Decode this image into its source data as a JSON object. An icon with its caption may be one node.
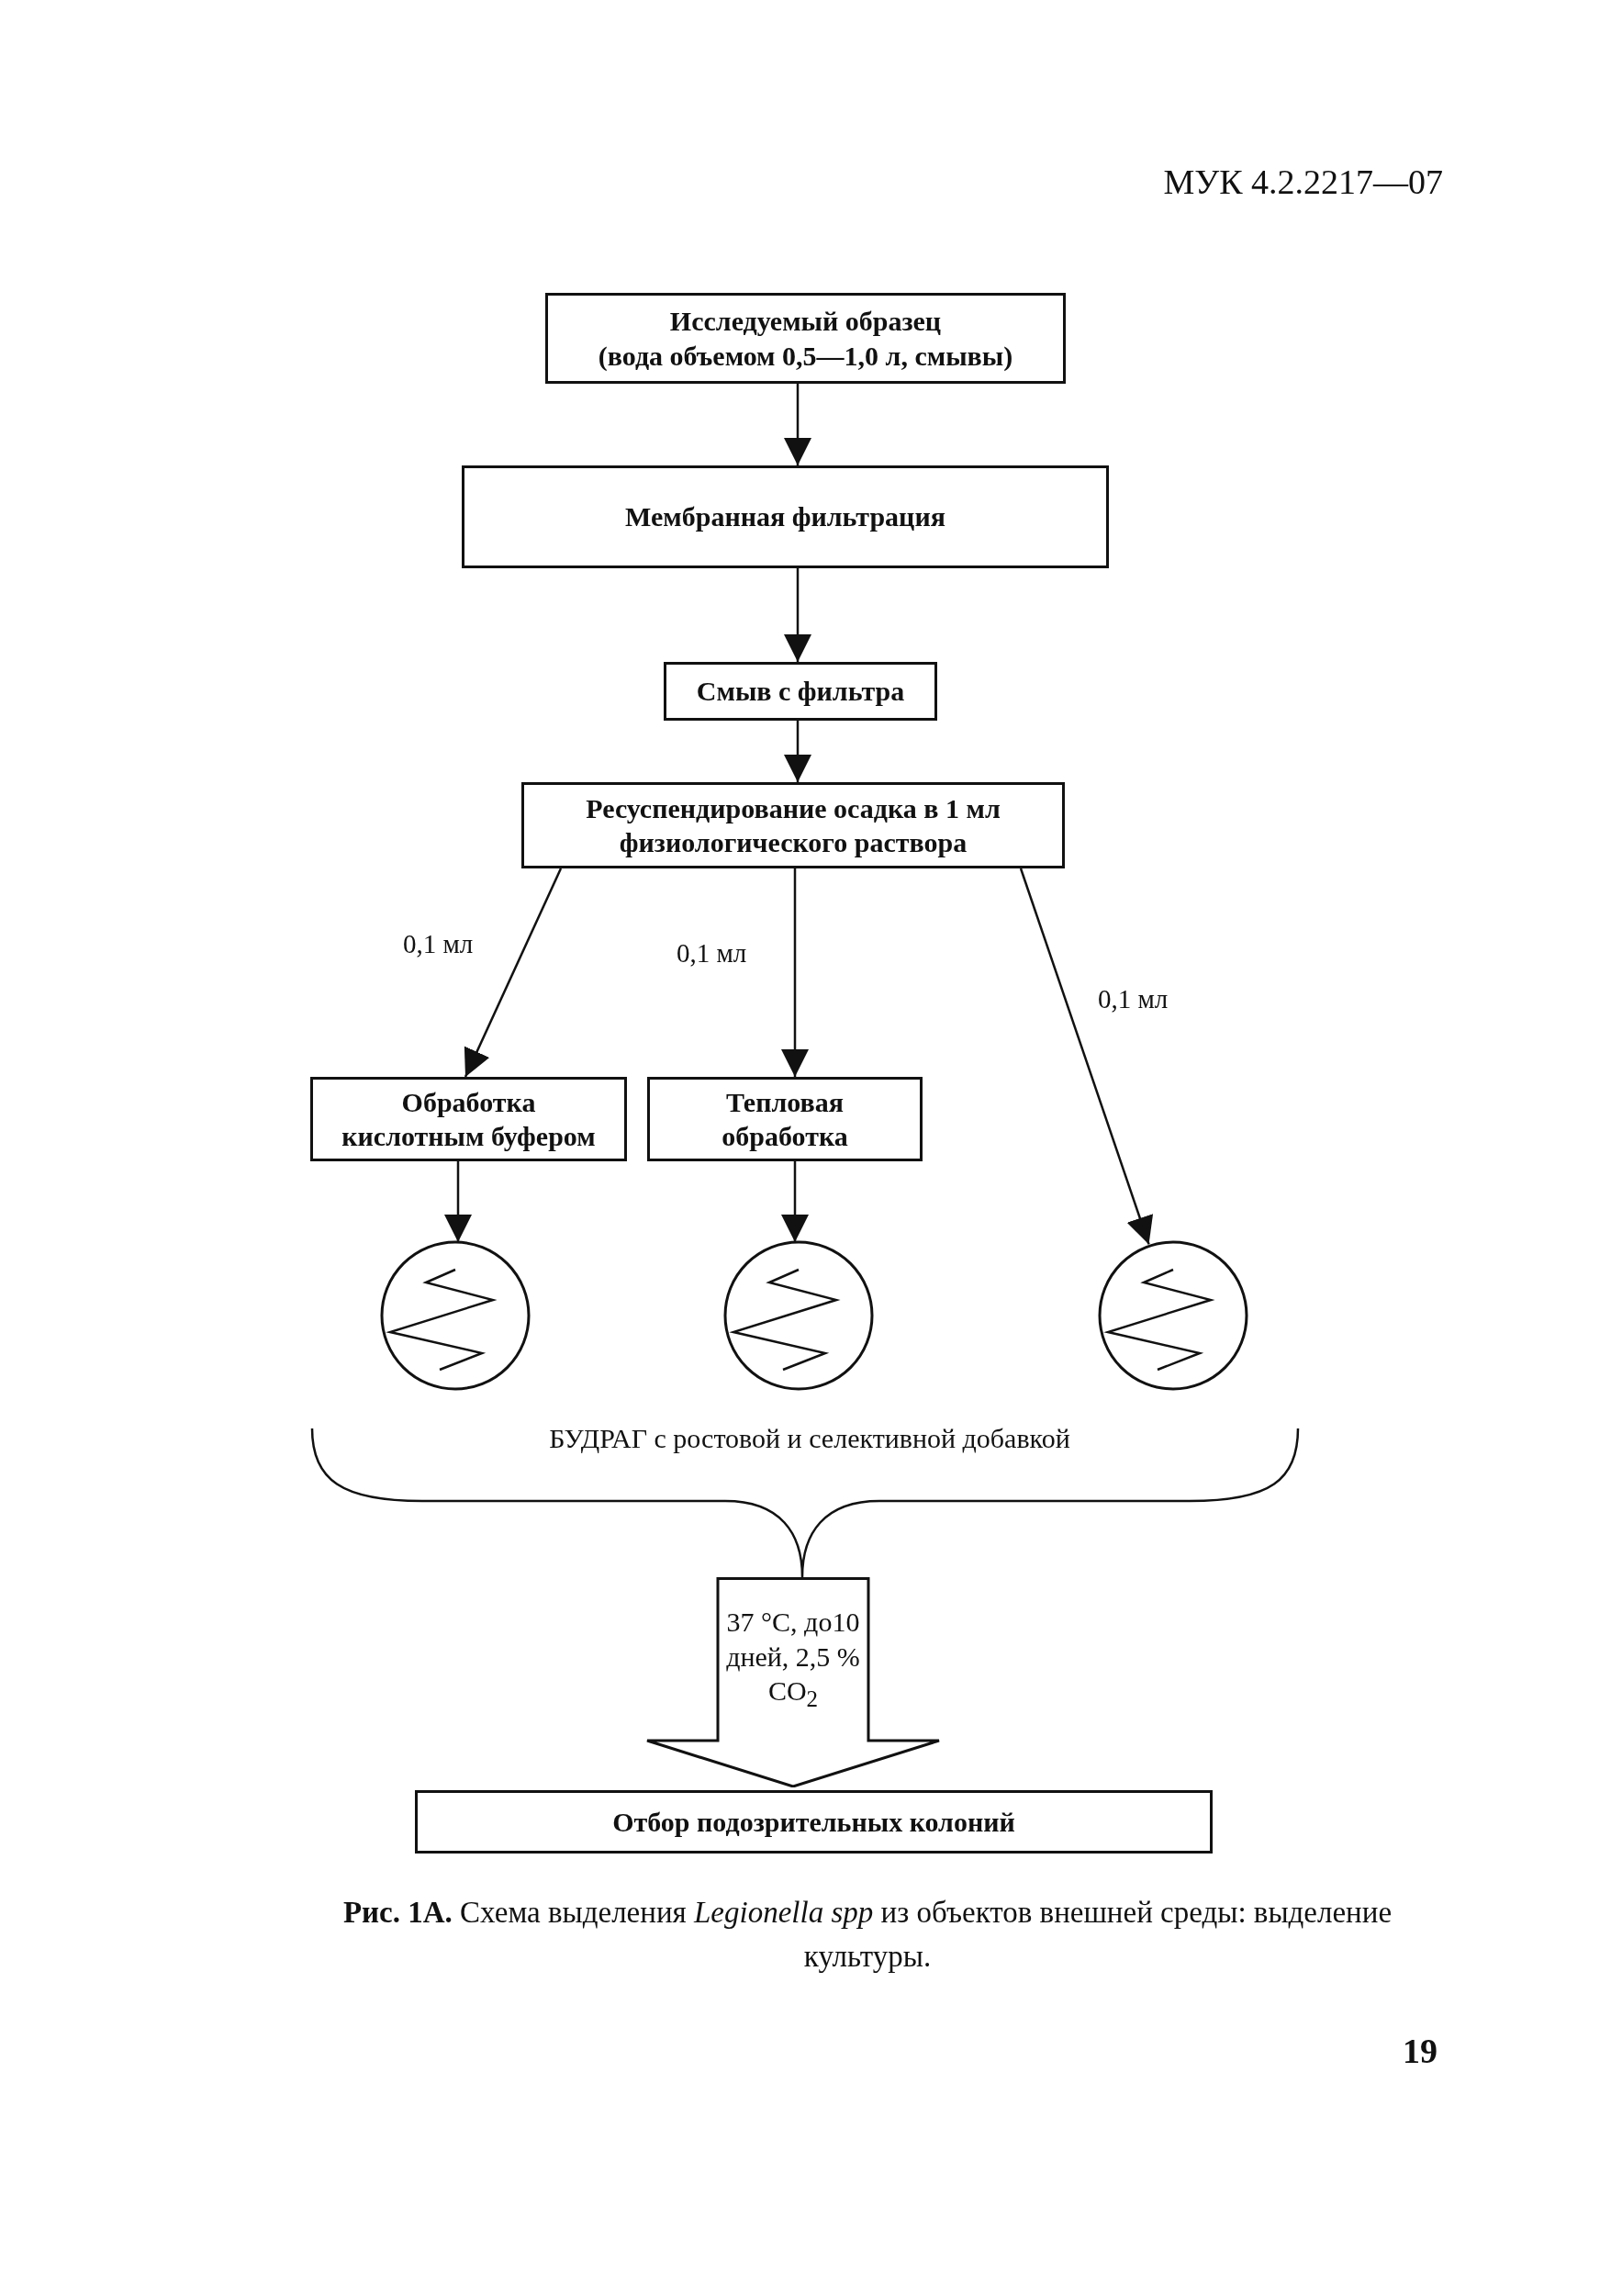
{
  "diagram": {
    "caption": "**Рис. 1А.** Схема выделения *Legionella spp* из объектов внешней среды: выделение культуры.",
    "nodes": [
      {
        "text": [
          "Исследуемый образец",
          "(вода объемом 0,5—1,0 л, смывы)"
        ]
      },
      {
        "text": [
          "Мембранная фильтрация"
        ]
      },
      {
        "text": [
          "Смыв с фильтра"
        ]
      },
      {
        "text": [
          "Ресуспендирование осадка в 1 мл физиологического раствора"
        ]
      },
      {
        "text": [
          "Обработка кислотным буфером"
        ]
      },
      {
        "text": [
          "Тепловая обработка"
        ]
      },
      {
        "text": [],
        "shape": "circle"
      },
      {
        "text": [],
        "shape": "circle"
      },
      {
        "text": [],
        "shape": "circle"
      },
      {
        "text": [
          "37 °C, до10 дней, 2,5 % CO$_{2}$"
        ]
      },
      {
        "text": [
          "Отбор подозрительных колоний"
        ]
      }
    ],
    "edges": [
      {
        "from": 0,
        "to": 1,
        "arrow": "to"
      },
      {
        "from": 1,
        "to": 2,
        "arrow": "to"
      },
      {
        "from": 2,
        "to": 3,
        "arrow": "to"
      },
      {
        "from": 3,
        "to": 4,
        "arrow": "to",
        "label": "0,1 мл"
      },
      {
        "from": 3,
        "to": 5,
        "arrow": "to",
        "label": "0,1 мл"
      },
      {
        "from": 3,
        "to": 8,
        "arrow": "to",
        "label": "0,1 мл"
      },
      {
        "from": 4,
        "to": 6,
        "arrow": "to"
      },
      {
        "from": 5,
        "to": 7,
        "arrow": "to"
      }
    ],
    "labels": [
      "МУК 4.2.2217—07",
      "БУДРАГ с ростовой и селективной добавкой",
      "19"
    ]
  }
}
